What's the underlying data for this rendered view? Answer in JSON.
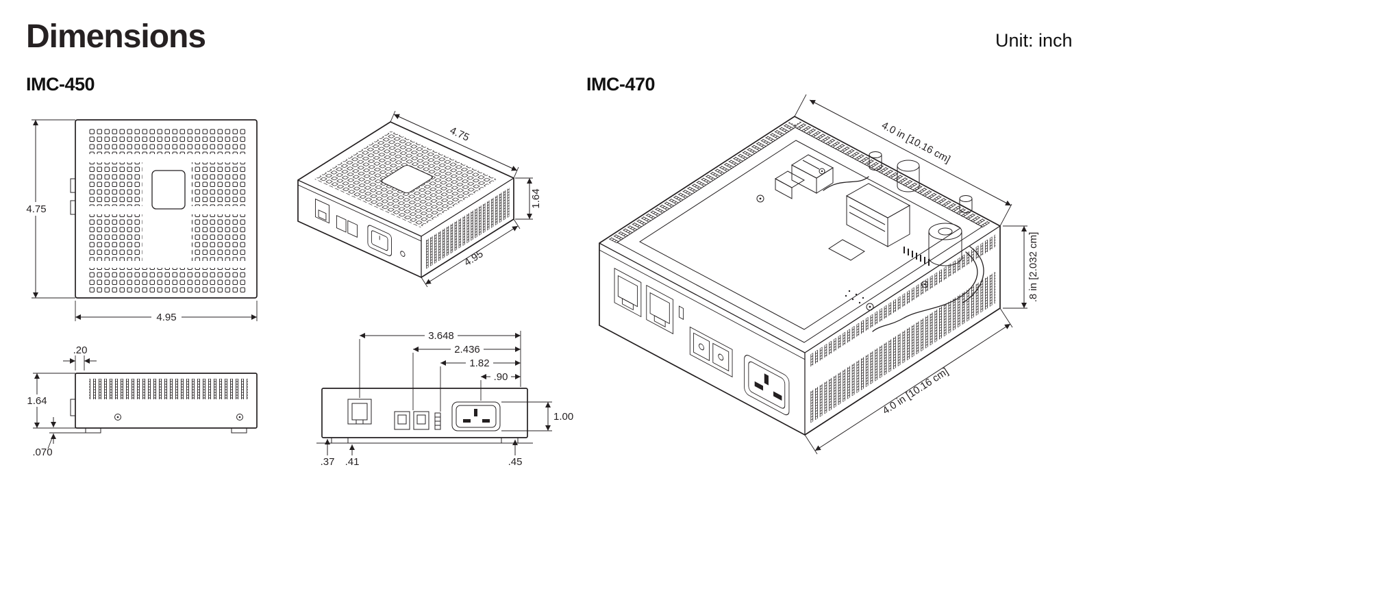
{
  "page": {
    "title": "Dimensions",
    "unit_label": "Unit: inch"
  },
  "colors": {
    "line": "#231f20",
    "background": "#ffffff"
  },
  "imc450": {
    "label": "IMC-450",
    "top_view": {
      "height": "4.75",
      "width": "4.95"
    },
    "side_view": {
      "clip_offset": ".20",
      "height": "1.64",
      "foot_height": ".070"
    },
    "iso_view": {
      "depth": "4.75",
      "height": "1.64",
      "width": "4.95"
    },
    "rear_view": {
      "dim_3648": "3.648",
      "dim_2436": "2.436",
      "dim_182": "1.82",
      "dim_090": ".90",
      "dim_037": ".37",
      "dim_041": ".41",
      "dim_045": ".45",
      "dim_100": "1.00"
    }
  },
  "imc470": {
    "label": "IMC-470",
    "dim_top": "4.0 in [10.16 cm]",
    "dim_height": ".8 in [2.032 cm]",
    "dim_bottom": "4.0 in [10.16 cm]"
  }
}
